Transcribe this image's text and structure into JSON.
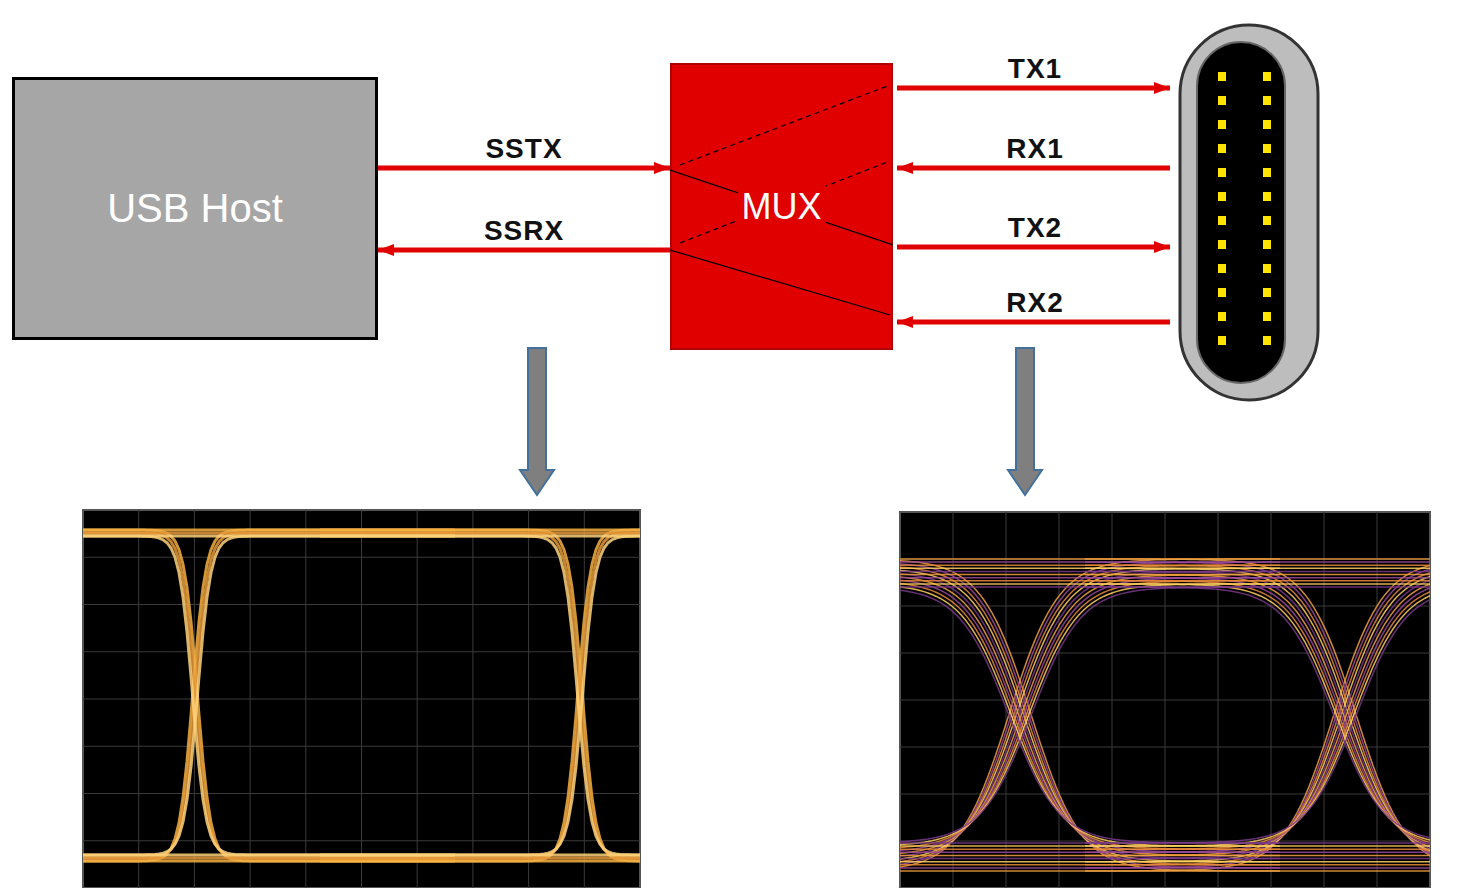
{
  "diagram": {
    "nodes": [
      {
        "text": [
          "USB Host"
        ]
      },
      {
        "text": [
          "MUX"
        ]
      }
    ],
    "edges": [
      {
        "from": 0,
        "to": 1,
        "arrow": "to",
        "label": "SSTX"
      },
      {
        "from": 1,
        "to": 0,
        "arrow": "to",
        "label": "SSRX"
      }
    ],
    "labels": [
      "TX1",
      "RX1",
      "TX2",
      "RX2"
    ]
  }
}
